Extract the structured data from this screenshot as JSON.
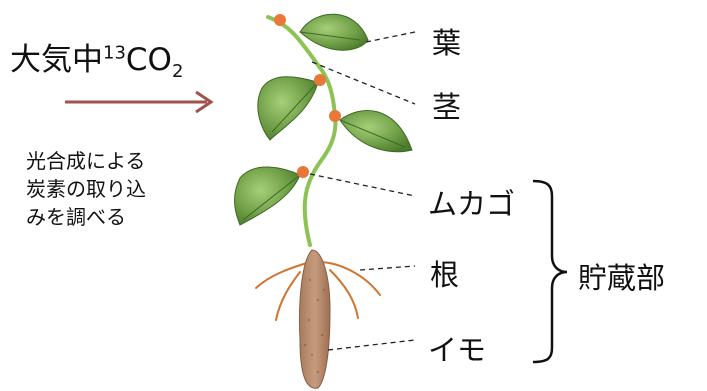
{
  "left": {
    "co2_main": "大気中",
    "co2_super": "13",
    "co2_mol": "CO",
    "co2_sub": "2",
    "desc_lines": [
      "光合成による",
      "炭素の取り込",
      "みを調べる"
    ]
  },
  "labels": {
    "leaf": "葉",
    "stem": "茎",
    "mukago": "ムカゴ",
    "root": "根",
    "imo": "イモ",
    "storage": "貯蔵部"
  },
  "colors": {
    "arrow": "#a0524d",
    "leaf": "#6f9f47",
    "stem": "#8cc354",
    "node": "#e8783a",
    "root": "#d0742e",
    "tuber": "#b5876a",
    "line": "#222222"
  }
}
